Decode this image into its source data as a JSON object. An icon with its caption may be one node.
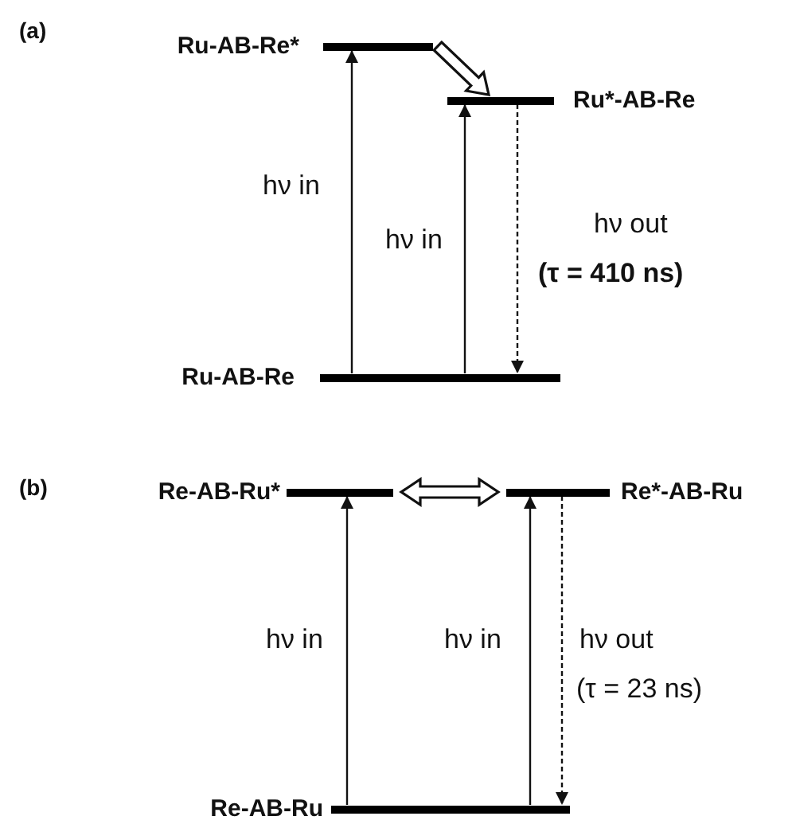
{
  "diagram": {
    "nodes": [
      {
        "text": [
          "Ru-AB-Re*"
        ]
      },
      {
        "text": [
          "Ru*-AB-Re"
        ]
      },
      {
        "text": [
          "Ru-AB-Re"
        ]
      },
      {
        "text": [
          "Re-AB-Ru*"
        ]
      },
      {
        "text": [
          "Re*-AB-Ru"
        ]
      },
      {
        "text": [
          "Re-AB-Ru"
        ]
      }
    ],
    "edges": [
      {
        "from": 2,
        "to": 0,
        "arrow": "to",
        "label": "hν in"
      },
      {
        "from": 2,
        "to": 1,
        "arrow": "to",
        "label": "hν in"
      },
      {
        "from": 0,
        "to": 1,
        "arrow": "to",
        "style": "thick"
      },
      {
        "from": 1,
        "to": 2,
        "arrow": "to",
        "style": "dashed",
        "label": "hν out"
      },
      {
        "from": 5,
        "to": 3,
        "arrow": "to",
        "label": "hν in"
      },
      {
        "from": 5,
        "to": 4,
        "arrow": "to",
        "label": "hν in"
      },
      {
        "from": 3,
        "to": 4,
        "arrow": "both",
        "style": "thick"
      },
      {
        "from": 4,
        "to": 5,
        "arrow": "to",
        "style": "dashed",
        "label": "hν out"
      }
    ],
    "labels": [
      "(a)",
      "(τ = 410 ns)",
      "(b)",
      "(τ = 23 ns)"
    ]
  }
}
